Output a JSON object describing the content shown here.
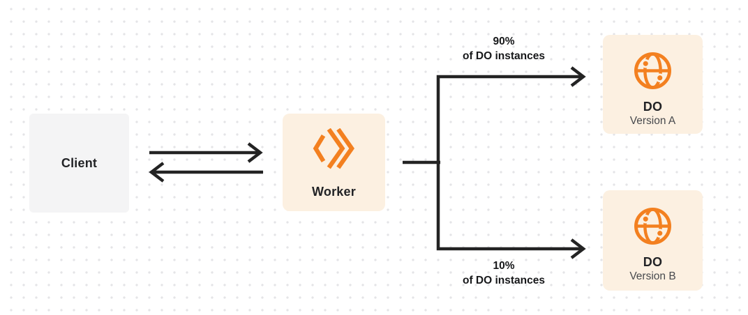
{
  "diagram": {
    "client": {
      "label": "Client"
    },
    "worker": {
      "label": "Worker",
      "icon": "cloudflare-workers-icon"
    },
    "branches": {
      "top": {
        "percent": "90%",
        "caption": "of DO instances"
      },
      "bottom": {
        "percent": "10%",
        "caption": "of DO instances"
      }
    },
    "do_version_a": {
      "title": "DO",
      "subtitle": "Version A",
      "icon": "durable-object-globe-icon"
    },
    "do_version_b": {
      "title": "DO",
      "subtitle": "Version B",
      "icon": "durable-object-globe-icon"
    },
    "colors": {
      "accent_orange": "#f38020",
      "panel_cream": "#fcf0e1",
      "client_gray": "#f4f4f5",
      "arrow_dark": "#232323",
      "text_dark": "#222326",
      "subtitle_gray": "#47494d",
      "dot_grid": "#e4e4e7"
    }
  }
}
